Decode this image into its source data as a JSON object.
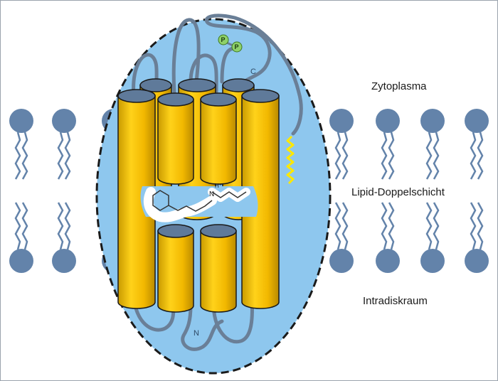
{
  "regions": {
    "top": "Zytoplasma",
    "middle": "Lipid-Doppelschicht",
    "bottom": "Intradiskraum"
  },
  "termini": {
    "c": "C",
    "n": "N"
  },
  "phosphates": [
    "P",
    "P"
  ],
  "chromophore_charge": "H⁺",
  "chromophore_atom": "N",
  "colors": {
    "background": "#ffffff",
    "ellipse_fill": "#8ec7ee",
    "helix_fill": "#f7c500",
    "helix_top": "#5f7a9a",
    "lipid_head": "#6383aa",
    "lipid_tail": "#6383aa",
    "loop": "#6a7f97",
    "phosphate": "#8fd16a",
    "anchor": "#ffe800"
  }
}
